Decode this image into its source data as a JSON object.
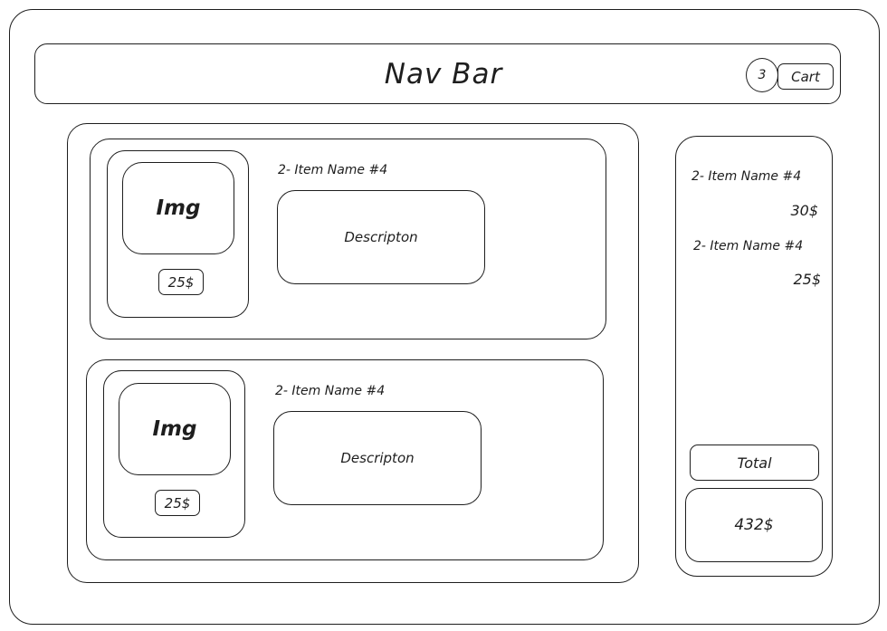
{
  "nav": {
    "title": "Nav Bar",
    "cart_count": "3",
    "cart_label": "Cart"
  },
  "products": [
    {
      "img_label": "Img",
      "price": "25$",
      "name": "2- Item Name #4",
      "description": "Descripton"
    },
    {
      "img_label": "Img",
      "price": "25$",
      "name": "2- Item Name #4",
      "description": "Descripton"
    }
  ],
  "summary": {
    "items": [
      {
        "name": "2- Item Name #4",
        "price": "30$"
      },
      {
        "name": "2- Item Name #4",
        "price": "25$"
      }
    ],
    "total_label": "Total",
    "total_value": "432$"
  }
}
